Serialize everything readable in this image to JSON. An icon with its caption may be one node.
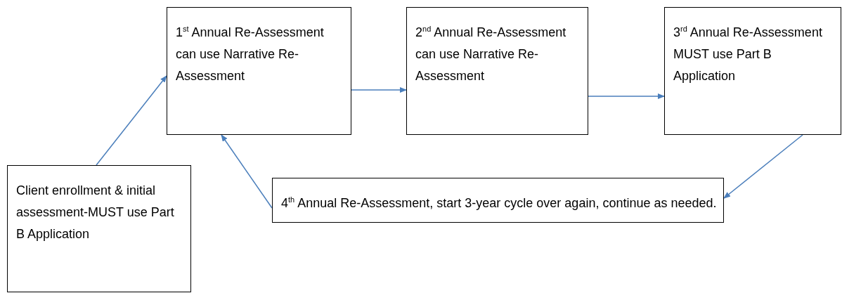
{
  "diagram": {
    "nodes": [
      {
        "text": [
          "1$^{st}$ Annual Re-Assessment can use Narrative Re-Assessment"
        ]
      },
      {
        "text": [
          "2$^{nd}$ Annual Re-Assessment can use Narrative Re-Assessment"
        ]
      },
      {
        "text": [
          "3$^{rd}$ Annual Re-Assessment MUST use Part B Application"
        ]
      },
      {
        "text": [
          "4$^{th}$ Annual Re-Assessment, start 3-year cycle over again, continue as needed."
        ]
      },
      {
        "text": [
          "Client enrollment & initial assessment-MUST use Part B Application"
        ]
      }
    ],
    "edges": [
      {
        "from": 4,
        "to": 0,
        "arrow": "to"
      },
      {
        "from": 0,
        "to": 1,
        "arrow": "to"
      },
      {
        "from": 1,
        "to": 2,
        "arrow": "to"
      },
      {
        "from": 2,
        "to": 3,
        "arrow": "to"
      },
      {
        "from": 3,
        "to": 0,
        "arrow": "to"
      }
    ]
  }
}
